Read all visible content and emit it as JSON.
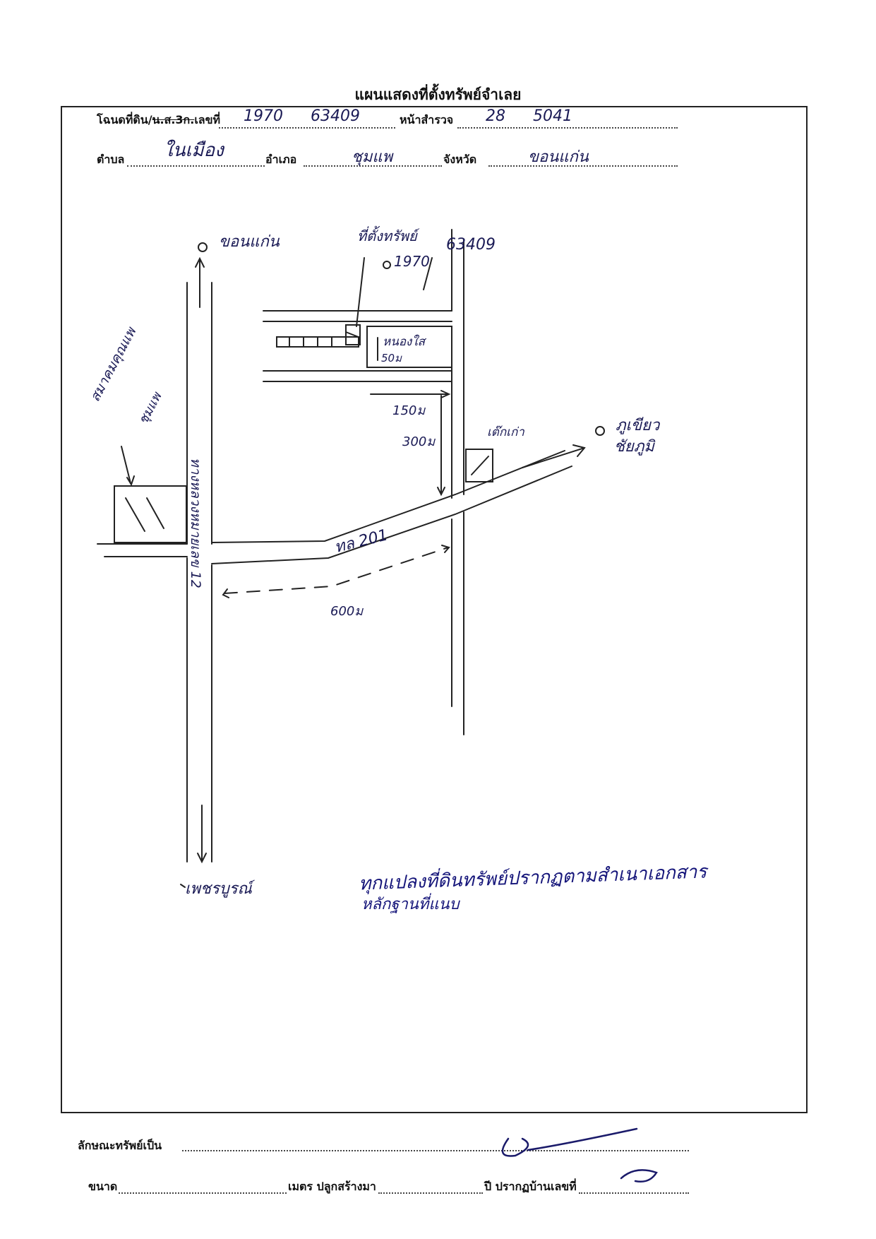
{
  "title": "แผนแสดงที่ตั้งทรัพย์จำเลย",
  "header": {
    "deed_label": "โฉนดที่ดิน/",
    "deed_label_struck": "น.ส.3ก.",
    "deed_label_tail": "เลขที่",
    "deed_no": "1970",
    "deed_no2": "63409",
    "survey_label": "หน้าสำรวจ",
    "survey_no": "28",
    "survey_no2": "5041",
    "tambon_label": "ตำบล",
    "tambon_value": "ในเมือง",
    "amphoe_label": "อำเภอ",
    "amphoe_value": "ชุมแพ",
    "province_label": "จังหวัด",
    "province_value": "ขอนแก่น"
  },
  "map": {
    "to_khonkaen": "ขอนแก่น",
    "property_label": "ที่ตั้งทรัพย์",
    "property_deed": "1970",
    "property_deed2": "63409",
    "lane_label": "หนองใส",
    "lane_distance": "50ม",
    "dist_150": "150ม",
    "dist_300": "300ม",
    "gas_station": "เต๊กเก่า",
    "to_phukhiao": "ภูเขียว",
    "to_chaiyaphum": "ชัยภูมิ",
    "hospital": "สมาคมคุณแพ",
    "hospital2": "ชุมแพ",
    "highway_12": "ทางหลวงหมายเลข 12",
    "road_201": "ทล 201",
    "dist_600": "600ม",
    "to_phetchabun": "เพชรบูรณ์"
  },
  "notes": {
    "line1": "ทุกแปลงที่ดินทรัพย์ปรากฏตามสำเนาเอกสาร",
    "line2": "หลักฐานที่แนบ"
  },
  "footer": {
    "nature_label": "ลักษณะทรัพย์เป็น",
    "size_label": "ขนาด",
    "size_meter_label": "เมตร ปลูกสร้างมา",
    "year_label": "ปี ปรากฏบ้านเลขที่"
  }
}
